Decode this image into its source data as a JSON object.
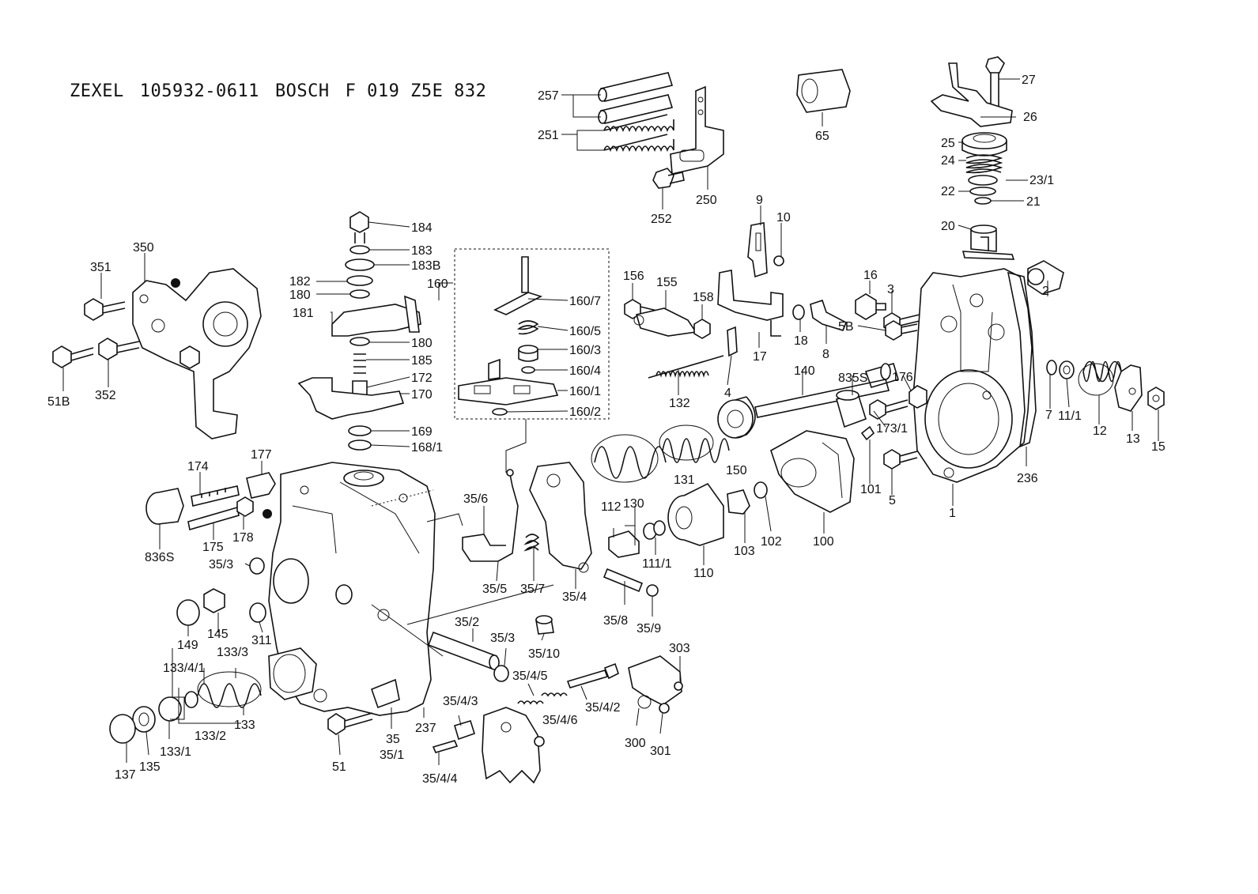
{
  "header": {
    "brand_a": "ZEXEL",
    "part_no_a": "105932-0611",
    "brand_b": "BOSCH",
    "part_no_b": "F 019 Z5E 832"
  },
  "callouts": {
    "c257": "257",
    "c251": "251",
    "c250": "250",
    "c252": "252",
    "c65": "65",
    "c27": "27",
    "c26": "26",
    "c25": "25",
    "c24": "24",
    "c23_1": "23/1",
    "c22": "22",
    "c21": "21",
    "c20": "20",
    "c2": "2",
    "c9": "9",
    "c10": "10",
    "c16": "16",
    "c3": "3",
    "c18": "18",
    "c8": "8",
    "c5B": "5B",
    "c17": "17",
    "c184": "184",
    "c183": "183",
    "c183B": "183B",
    "c182": "182",
    "c180a": "180",
    "c181": "181",
    "c180b": "180",
    "c185": "185",
    "c172": "172",
    "c170": "170",
    "c169": "169",
    "c168_1": "168/1",
    "c160": "160",
    "c160_7": "160/7",
    "c160_5": "160/5",
    "c160_3": "160/3",
    "c160_4": "160/4",
    "c160_1": "160/1",
    "c160_2": "160/2",
    "c156": "156",
    "c155": "155",
    "c158": "158",
    "c4": "4",
    "c132": "132",
    "c140": "140",
    "c835S": "835S",
    "c176": "176",
    "c173_1": "173/1",
    "c101": "101",
    "c5": "5",
    "c1": "1",
    "c236": "236",
    "c7": "7",
    "c11_1": "11/1",
    "c12": "12",
    "c13": "13",
    "c15": "15",
    "c351": "351",
    "c350": "350",
    "c51B": "51B",
    "c352": "352",
    "c174": "174",
    "c177": "177",
    "c175": "175",
    "c178": "178",
    "c836S": "836S",
    "c35_3a": "35/3",
    "c149": "149",
    "c145": "145",
    "c311": "311",
    "c35_6": "35/6",
    "c35_5": "35/5",
    "c35_7": "35/7",
    "c35_4": "35/4",
    "c130": "130",
    "c131": "131",
    "c150": "150",
    "c112": "112",
    "c111_1": "111/1",
    "c110": "110",
    "c103": "103",
    "c102": "102",
    "c100": "100",
    "c35_8": "35/8",
    "c35_9": "35/9",
    "c35_2": "35/2",
    "c35_3b": "35/3",
    "c35_10": "35/10",
    "c133_4_1": "133/4/1",
    "c133_3": "133/3",
    "c133_2": "133/2",
    "c133": "133",
    "c133_1": "133/1",
    "c137": "137",
    "c135": "135",
    "c51": "51",
    "c35": "35",
    "c35_1": "35/1",
    "c237": "237",
    "c35_4_5": "35/4/5",
    "c35_4_3": "35/4/3",
    "c35_4_6": "35/4/6",
    "c35_4_2": "35/4/2",
    "c35_4_4": "35/4/4",
    "c303": "303",
    "c300": "300",
    "c301": "301"
  }
}
